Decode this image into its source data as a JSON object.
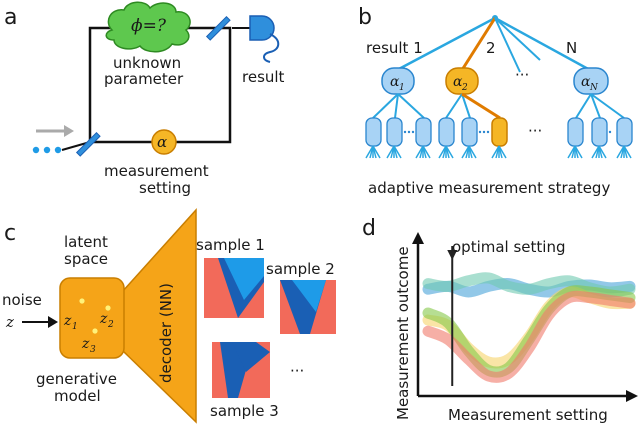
{
  "panels": {
    "a": {
      "letter": "a",
      "cloud_text": "ϕ=?",
      "unknown_label_1": "unknown",
      "unknown_label_2": "parameter",
      "result_label": "result",
      "alpha_symbol": "α",
      "setting_label_1": "measurement",
      "setting_label_2": "setting"
    },
    "b": {
      "letter": "b",
      "branch_labels": [
        "result 1",
        "2",
        "N"
      ],
      "alpha_nodes": [
        "α",
        "α",
        "α"
      ],
      "alpha_subscripts": [
        "1",
        "2",
        "N"
      ],
      "ellipsis": "···",
      "caption": "adaptive measurement strategy"
    },
    "c": {
      "letter": "c",
      "latent_1": "latent",
      "latent_2": "space",
      "noise_label": "noise",
      "z_symbol": "z",
      "z_points": [
        {
          "sym": "z",
          "sub": "1"
        },
        {
          "sym": "z",
          "sub": "2"
        },
        {
          "sym": "z",
          "sub": "3"
        }
      ],
      "decoder_label": "decoder (NN)",
      "samples": [
        "sample 1",
        "sample 2",
        "sample 3"
      ],
      "ellipsis": "···",
      "generative_1": "generative",
      "generative_2": "model"
    },
    "d": {
      "letter": "d",
      "optimal_label": "optimal setting",
      "ylabel": "Measurement outcome",
      "xlabel": "Measurement setting"
    }
  },
  "colors": {
    "cloud": "#5ec84e",
    "orange": "#f5a418",
    "orange_dark": "#e07b00",
    "blue": "#2aa7e0",
    "blue_node": "#a8d3f5",
    "detector": "#2f8fdc",
    "sample_red": "#f26a5a",
    "sample_blue": "#1a5fb4",
    "sample_cyan": "#1e9be8"
  },
  "chart_data": {
    "type": "line",
    "title": "",
    "xlabel": "Measurement setting",
    "ylabel": "Measurement outcome",
    "x": [
      0,
      0.1,
      0.2,
      0.3,
      0.4,
      0.5,
      0.6,
      0.7,
      0.8,
      0.9,
      1.0
    ],
    "series": [
      {
        "color": "#4aa3d8",
        "values": [
          0.72,
          0.74,
          0.7,
          0.74,
          0.76,
          0.72,
          0.7,
          0.74,
          0.75,
          0.73,
          0.74
        ]
      },
      {
        "color": "#6fc9b0",
        "values": [
          0.76,
          0.74,
          0.78,
          0.8,
          0.74,
          0.72,
          0.76,
          0.78,
          0.73,
          0.7,
          0.72
        ]
      },
      {
        "color": "#f7d36a",
        "values": [
          0.5,
          0.46,
          0.3,
          0.2,
          0.22,
          0.38,
          0.6,
          0.7,
          0.66,
          0.62,
          0.62
        ]
      },
      {
        "color": "#86c84a",
        "values": [
          0.55,
          0.48,
          0.28,
          0.14,
          0.16,
          0.36,
          0.58,
          0.7,
          0.7,
          0.68,
          0.66
        ]
      },
      {
        "color": "#f07a6a",
        "values": [
          0.42,
          0.36,
          0.22,
          0.1,
          0.12,
          0.3,
          0.54,
          0.66,
          0.66,
          0.64,
          0.62
        ]
      }
    ],
    "optimal_x": 0.12,
    "xlim": [
      0,
      1
    ],
    "ylim": [
      0,
      1
    ]
  }
}
